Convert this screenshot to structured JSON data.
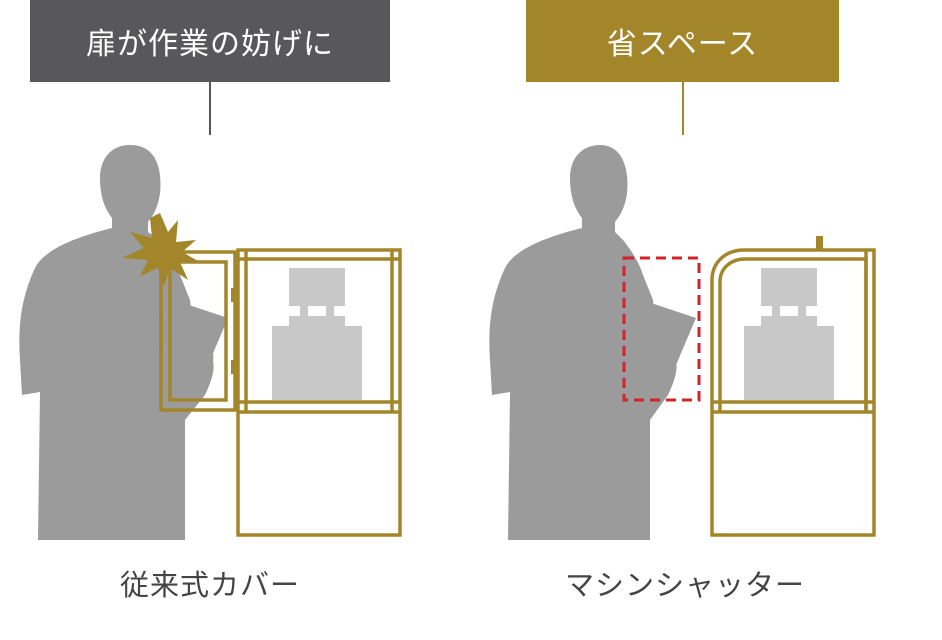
{
  "colors": {
    "left_badge_bg": "#58585a",
    "right_badge_bg": "#a3862a",
    "frame": "#a3862a",
    "silhouette": "#9b9b9b",
    "machine": "#c8c8c8",
    "dashed_outline": "#d2232a",
    "connector_line_left": "#58585a",
    "connector_line_right": "#a3862a",
    "burst": "#a3862a"
  },
  "left_panel": {
    "badge_text": "扉が作業の妨げに",
    "caption": "従来式カバー",
    "icons": [
      "person-silhouette",
      "collision-burst-icon",
      "hinged-door",
      "machine-cover-frame"
    ]
  },
  "right_panel": {
    "badge_text": "省スペース",
    "caption": "マシンシャッター",
    "icons": [
      "person-silhouette",
      "dashed-space-outline",
      "rolling-shutter-frame"
    ]
  }
}
